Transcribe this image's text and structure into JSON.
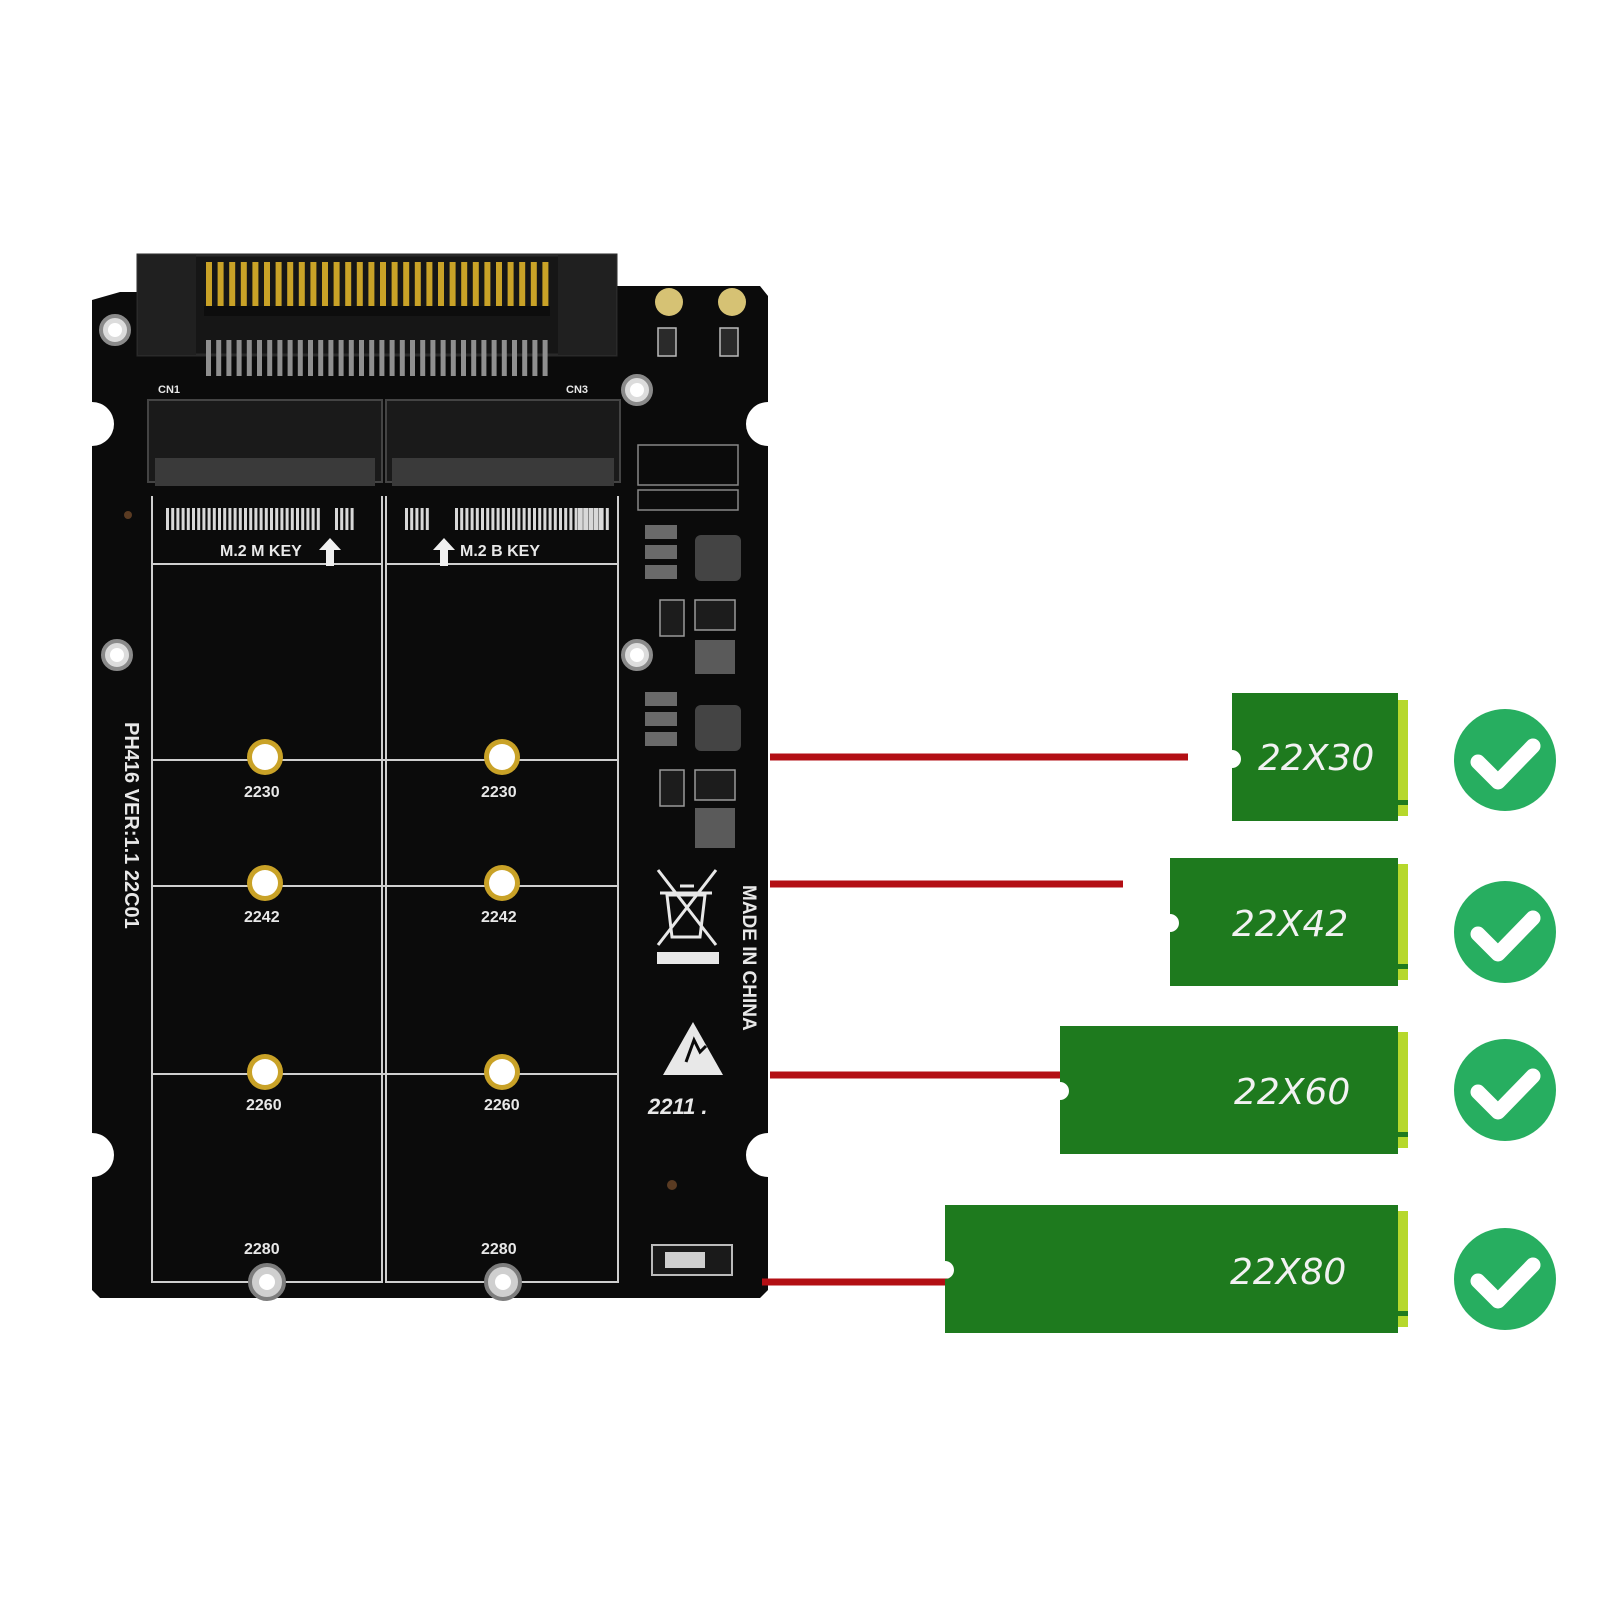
{
  "board": {
    "m_key_label": "M.2 M KEY",
    "b_key_label": "M.2 B KEY",
    "model_text": "PH416  VER:1.1  22C01",
    "made_in": "MADE IN CHINA",
    "date_code": "2211 .",
    "connector_left": "CN1",
    "connector_right": "CN3",
    "slot_positions": [
      "2230",
      "2242",
      "2260",
      "2280"
    ]
  },
  "ssd_sizes": [
    {
      "label": "22X30",
      "supported": true
    },
    {
      "label": "22X42",
      "supported": true
    },
    {
      "label": "22X60",
      "supported": true
    },
    {
      "label": "22X80",
      "supported": true
    }
  ],
  "colors": {
    "pcb": "#0b0b0b",
    "silkscreen": "#e8e8e8",
    "gold": "#c9a227",
    "ssd_green": "#1e7a1e",
    "ssd_edge": "#b6d82c",
    "leader_line": "#b30f14",
    "check_green": "#27ae60"
  },
  "icons": [
    "check-circle-icon",
    "weee-bin-icon",
    "esd-warning-icon"
  ]
}
